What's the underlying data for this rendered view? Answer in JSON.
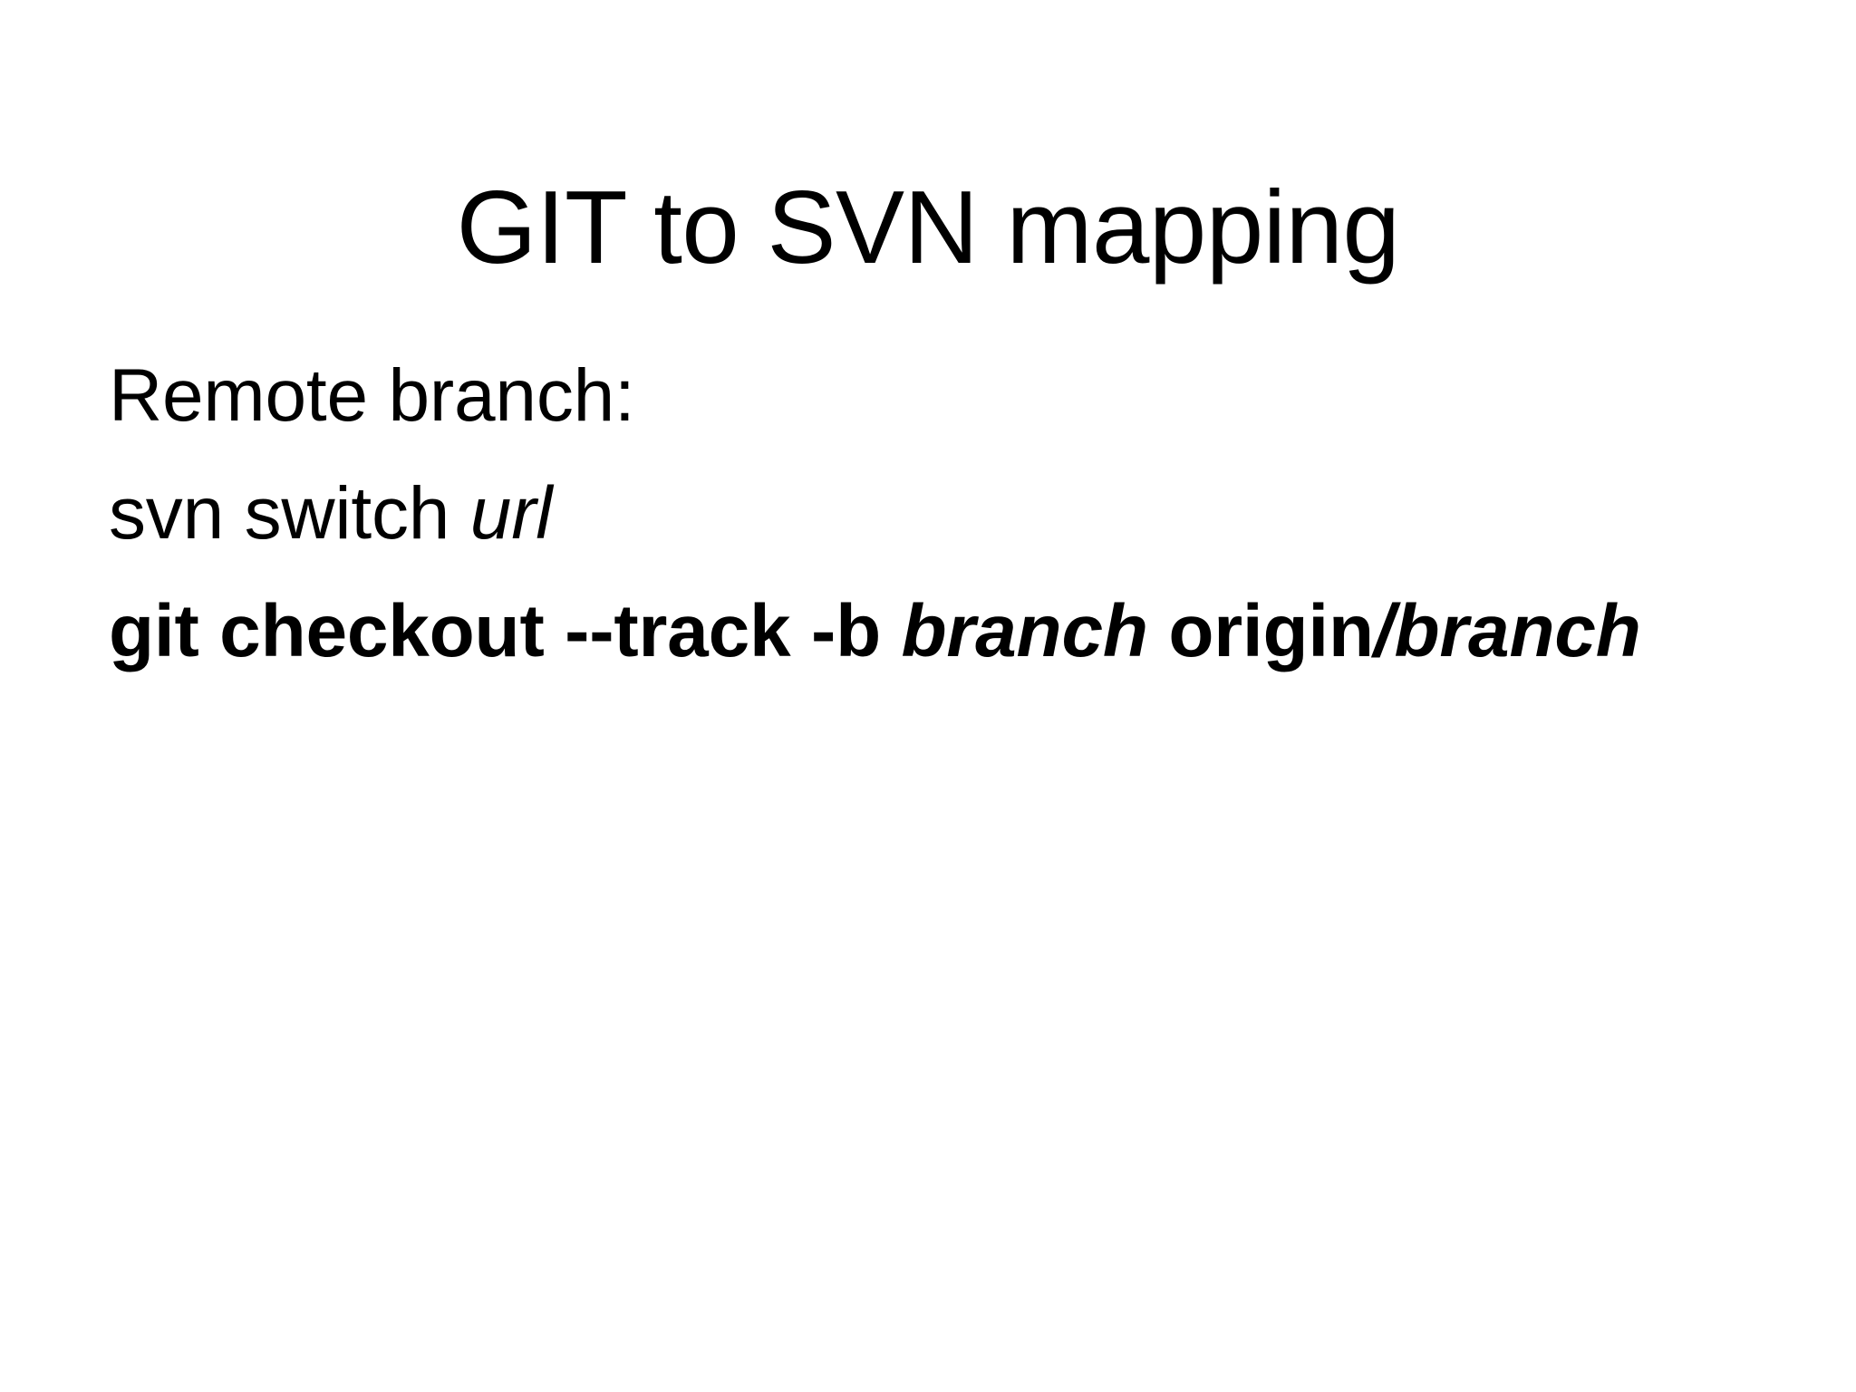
{
  "slide": {
    "background_color": "#ffffff",
    "text_color": "#000000",
    "title": "GIT to SVN mapping",
    "body": {
      "line1": {
        "text": "Remote branch:"
      },
      "line2": {
        "prefix": "svn switch ",
        "italic": "url"
      },
      "line3": {
        "bold_prefix": "git checkout --track -b ",
        "bold_italic_1": "branch",
        "bold_middle": " origin",
        "bold_italic_2": "/branch"
      }
    }
  }
}
